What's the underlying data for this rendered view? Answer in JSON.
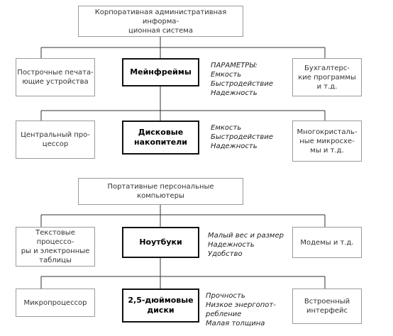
{
  "top_system": {
    "title": "Корпоративная административная информа-\nционная система",
    "row1": {
      "left": "Построчные печата-\nющие устройства",
      "center": "Мейнфреймы",
      "params": "ПАРАМЕТРЫ:\nЕмкость\nБыстродействие\nНадежность",
      "right": "Бухгалтерс-\nкие программы\nи т.д."
    },
    "row2": {
      "left": "Центральный про-\nцессор",
      "center": "Дисковые\nнакопители",
      "params": "Емкость\nБыстродействие\nНадежность",
      "right": "Многокристаль-\nные микросхе-\nмы и т.д."
    }
  },
  "bottom_system": {
    "title": "Портативные персональные\nкомпьютеры",
    "row1": {
      "left": "Текстовые процессо-\nры и электронные\nтаблицы",
      "center": "Ноутбуки",
      "params": "Малый вес и размер\nНадежность\nУдобство",
      "right": "Модемы и т.д."
    },
    "row2": {
      "left": "Микропроцессор",
      "center": "2,5-дюймовые\nдиски",
      "params": "Прочность\nНизкое энергопот-\nребление\nМалая толщина",
      "right": "Встроенный\nинтерфейс"
    }
  }
}
